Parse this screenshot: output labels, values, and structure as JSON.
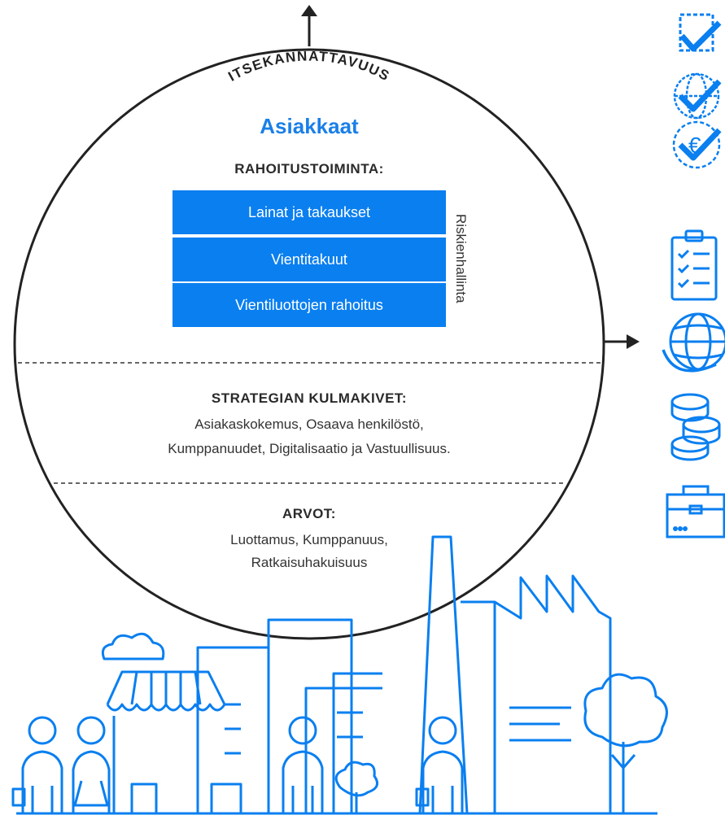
{
  "circle": {
    "arc_label": "ITSEKANNATTAVUUS",
    "title": "Asiakkaat",
    "financing_heading": "RAHOITUSTOIMINTA:",
    "financing_items": [
      "Lainat ja takaukset",
      "Vientitakuut",
      "Vientiluottojen rahoitus"
    ],
    "risk_label": "Riskienhallinta",
    "strategy_heading": "STRATEGIAN KULMAKIVET:",
    "strategy_line1": "Asiakaskokemus, Osaava henkilöstö,",
    "strategy_line2": "Kumppanuudet, Digitalisaatio ja Vastuullisuus.",
    "values_heading": "ARVOT:",
    "values_line1": "Luottamus, Kumppanuus,",
    "values_line2": "Ratkaisuhakuisuus"
  },
  "colors": {
    "accent": "#0a7ff0",
    "line": "#222222"
  },
  "icons": {
    "top_right": [
      "checkbox-check-icon",
      "globe-check-icon",
      "euro-check-icon"
    ],
    "right": [
      "clipboard-checklist-icon",
      "globe-arrows-icon",
      "coin-stack-icon",
      "briefcase-icon"
    ]
  }
}
